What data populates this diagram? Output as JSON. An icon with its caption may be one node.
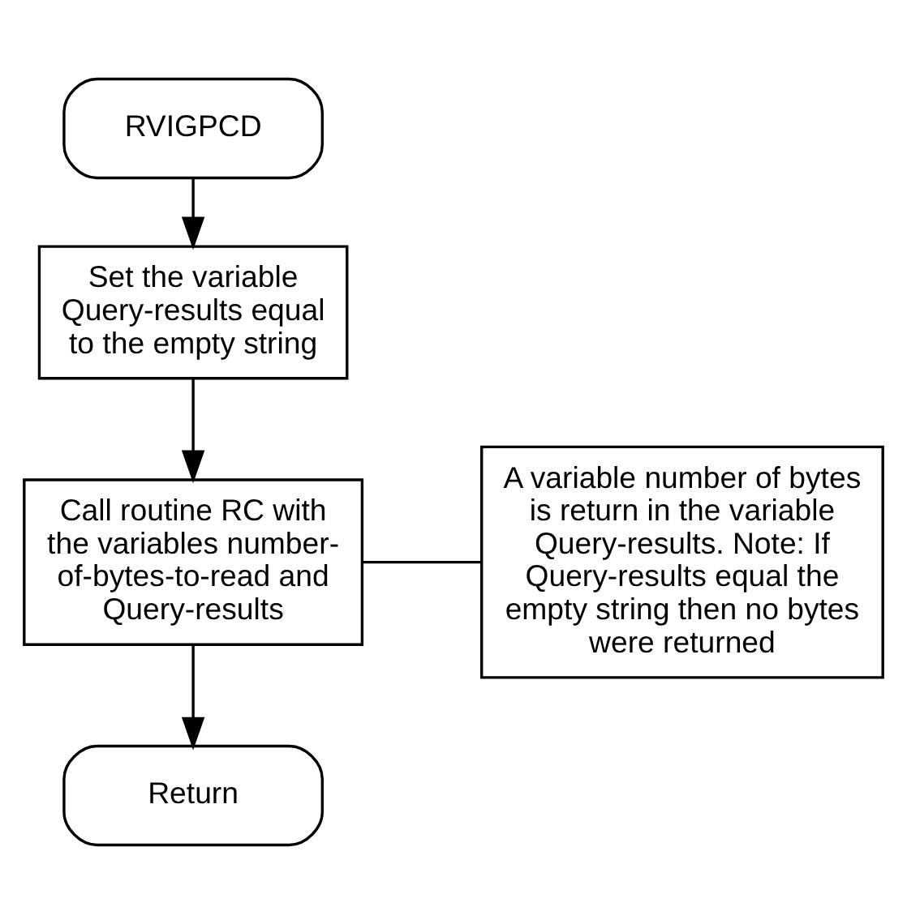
{
  "diagram": {
    "nodes": [
      {
        "text": [
          "RVIGPCD"
        ]
      },
      {
        "text": [
          "Set the variable Query-results equal to the empty string"
        ]
      },
      {
        "text": [
          "Call routine RC with the variables number-of-bytes-to-read and Query-results"
        ]
      },
      {
        "text": [
          "A variable number of bytes is return in the variable Query-results. Note: If Query-results equal the empty string then no bytes were returned"
        ]
      },
      {
        "text": [
          "Return"
        ]
      }
    ],
    "edges": [
      {
        "from": 0,
        "to": 1,
        "arrow": "to"
      },
      {
        "from": 1,
        "to": 2,
        "arrow": "to"
      },
      {
        "from": 2,
        "to": 3,
        "arrow": "none"
      },
      {
        "from": 2,
        "to": 4,
        "arrow": "to"
      }
    ]
  }
}
